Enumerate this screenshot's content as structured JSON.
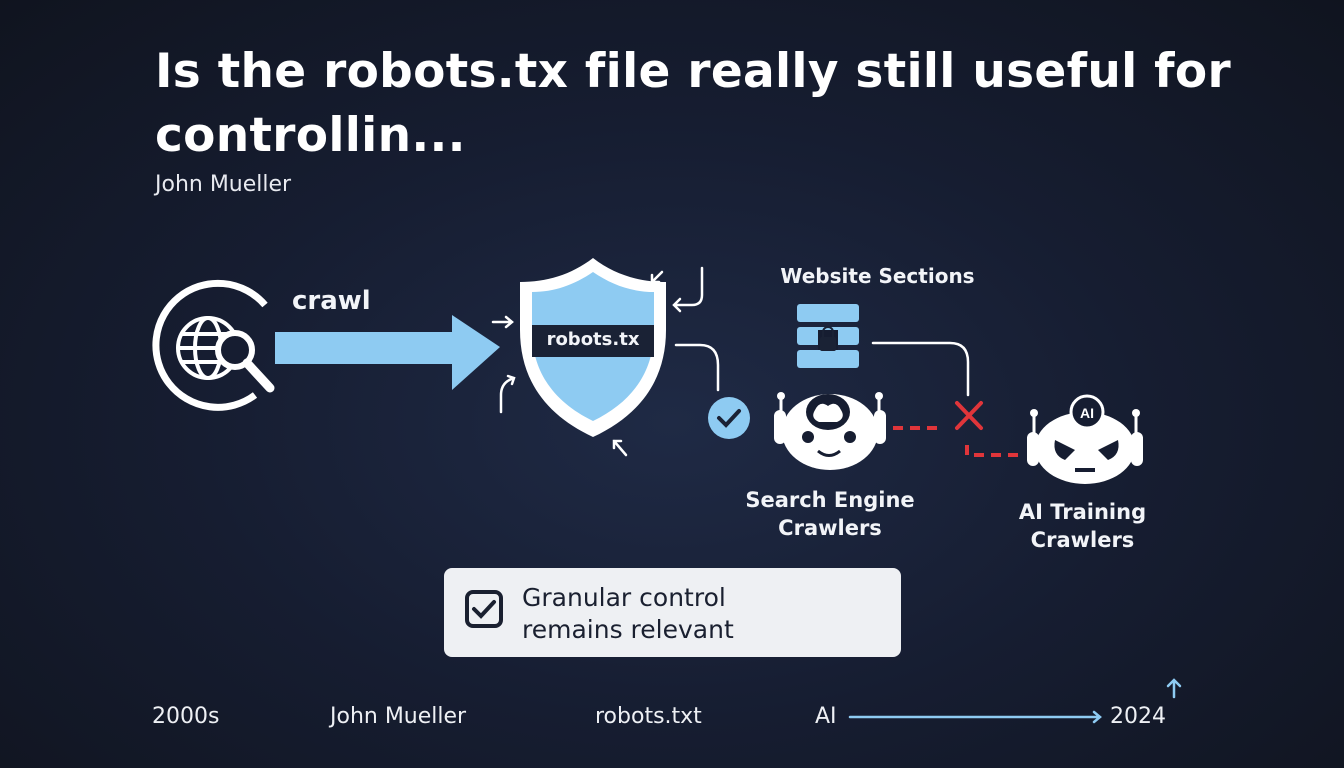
{
  "title": "Is the robots.tx file really still useful for controllin...",
  "author": "John Mueller",
  "diagram": {
    "crawl_label": "crawl",
    "shield_label": "robots.tx",
    "website_sections_label": "Website Sections",
    "search_engine_label": "Search Engine Crawlers",
    "ai_training_label": "AI Training Crawlers",
    "ai_badge": "AI"
  },
  "callout": {
    "text": "Granular control remains relevant"
  },
  "timeline": {
    "items": [
      "2000s",
      "John Mueller",
      "robots.txt",
      "AI",
      "2024"
    ]
  },
  "colors": {
    "accent": "#8ecbf2",
    "deny": "#e0353a",
    "background": "#161d31"
  }
}
